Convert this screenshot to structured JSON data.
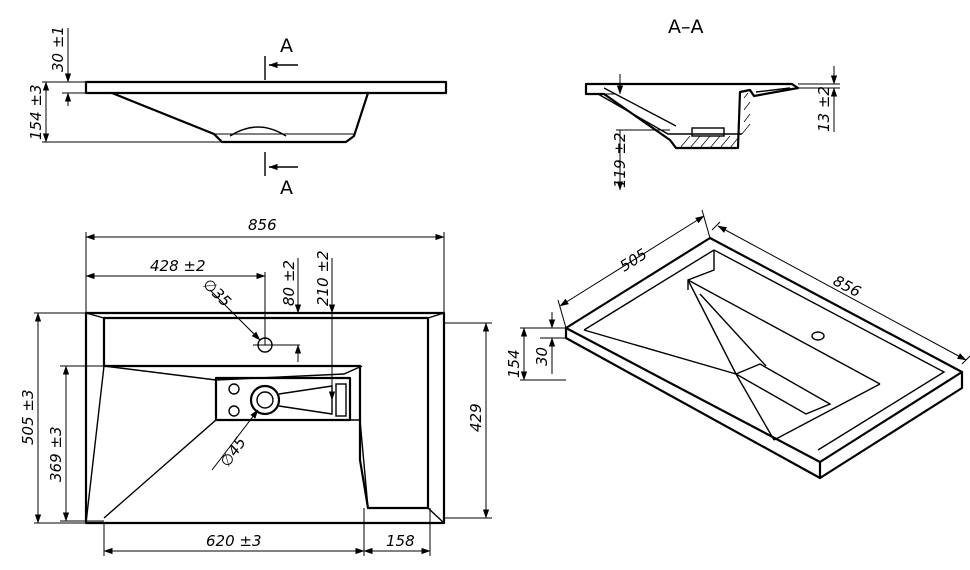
{
  "section_title": "A–A",
  "section_marker_top": "A",
  "section_marker_bottom": "A",
  "side_view": {
    "rim_height": "30 ±1",
    "total_height": "154 ±3"
  },
  "section_view": {
    "bowl_depth": "119 ±2",
    "rim_offset": "13 ±2"
  },
  "plan_view": {
    "overall_width": "856",
    "tap_hole_offset": "428 ±2",
    "tap_hole_diameter": "∅35",
    "tap_hole_depth_offset": "80 ±2",
    "drain_depth_offset": "210 ±2",
    "overall_depth": "505 ±3",
    "bowl_depth": "369 ±3",
    "shelf_depth": "429",
    "drain_diameter": "∅45",
    "bowl_width": "620 ±3",
    "shelf_width": "158"
  },
  "iso_view": {
    "depth": "505",
    "width": "856",
    "total_height": "154",
    "rim_height": "30"
  }
}
